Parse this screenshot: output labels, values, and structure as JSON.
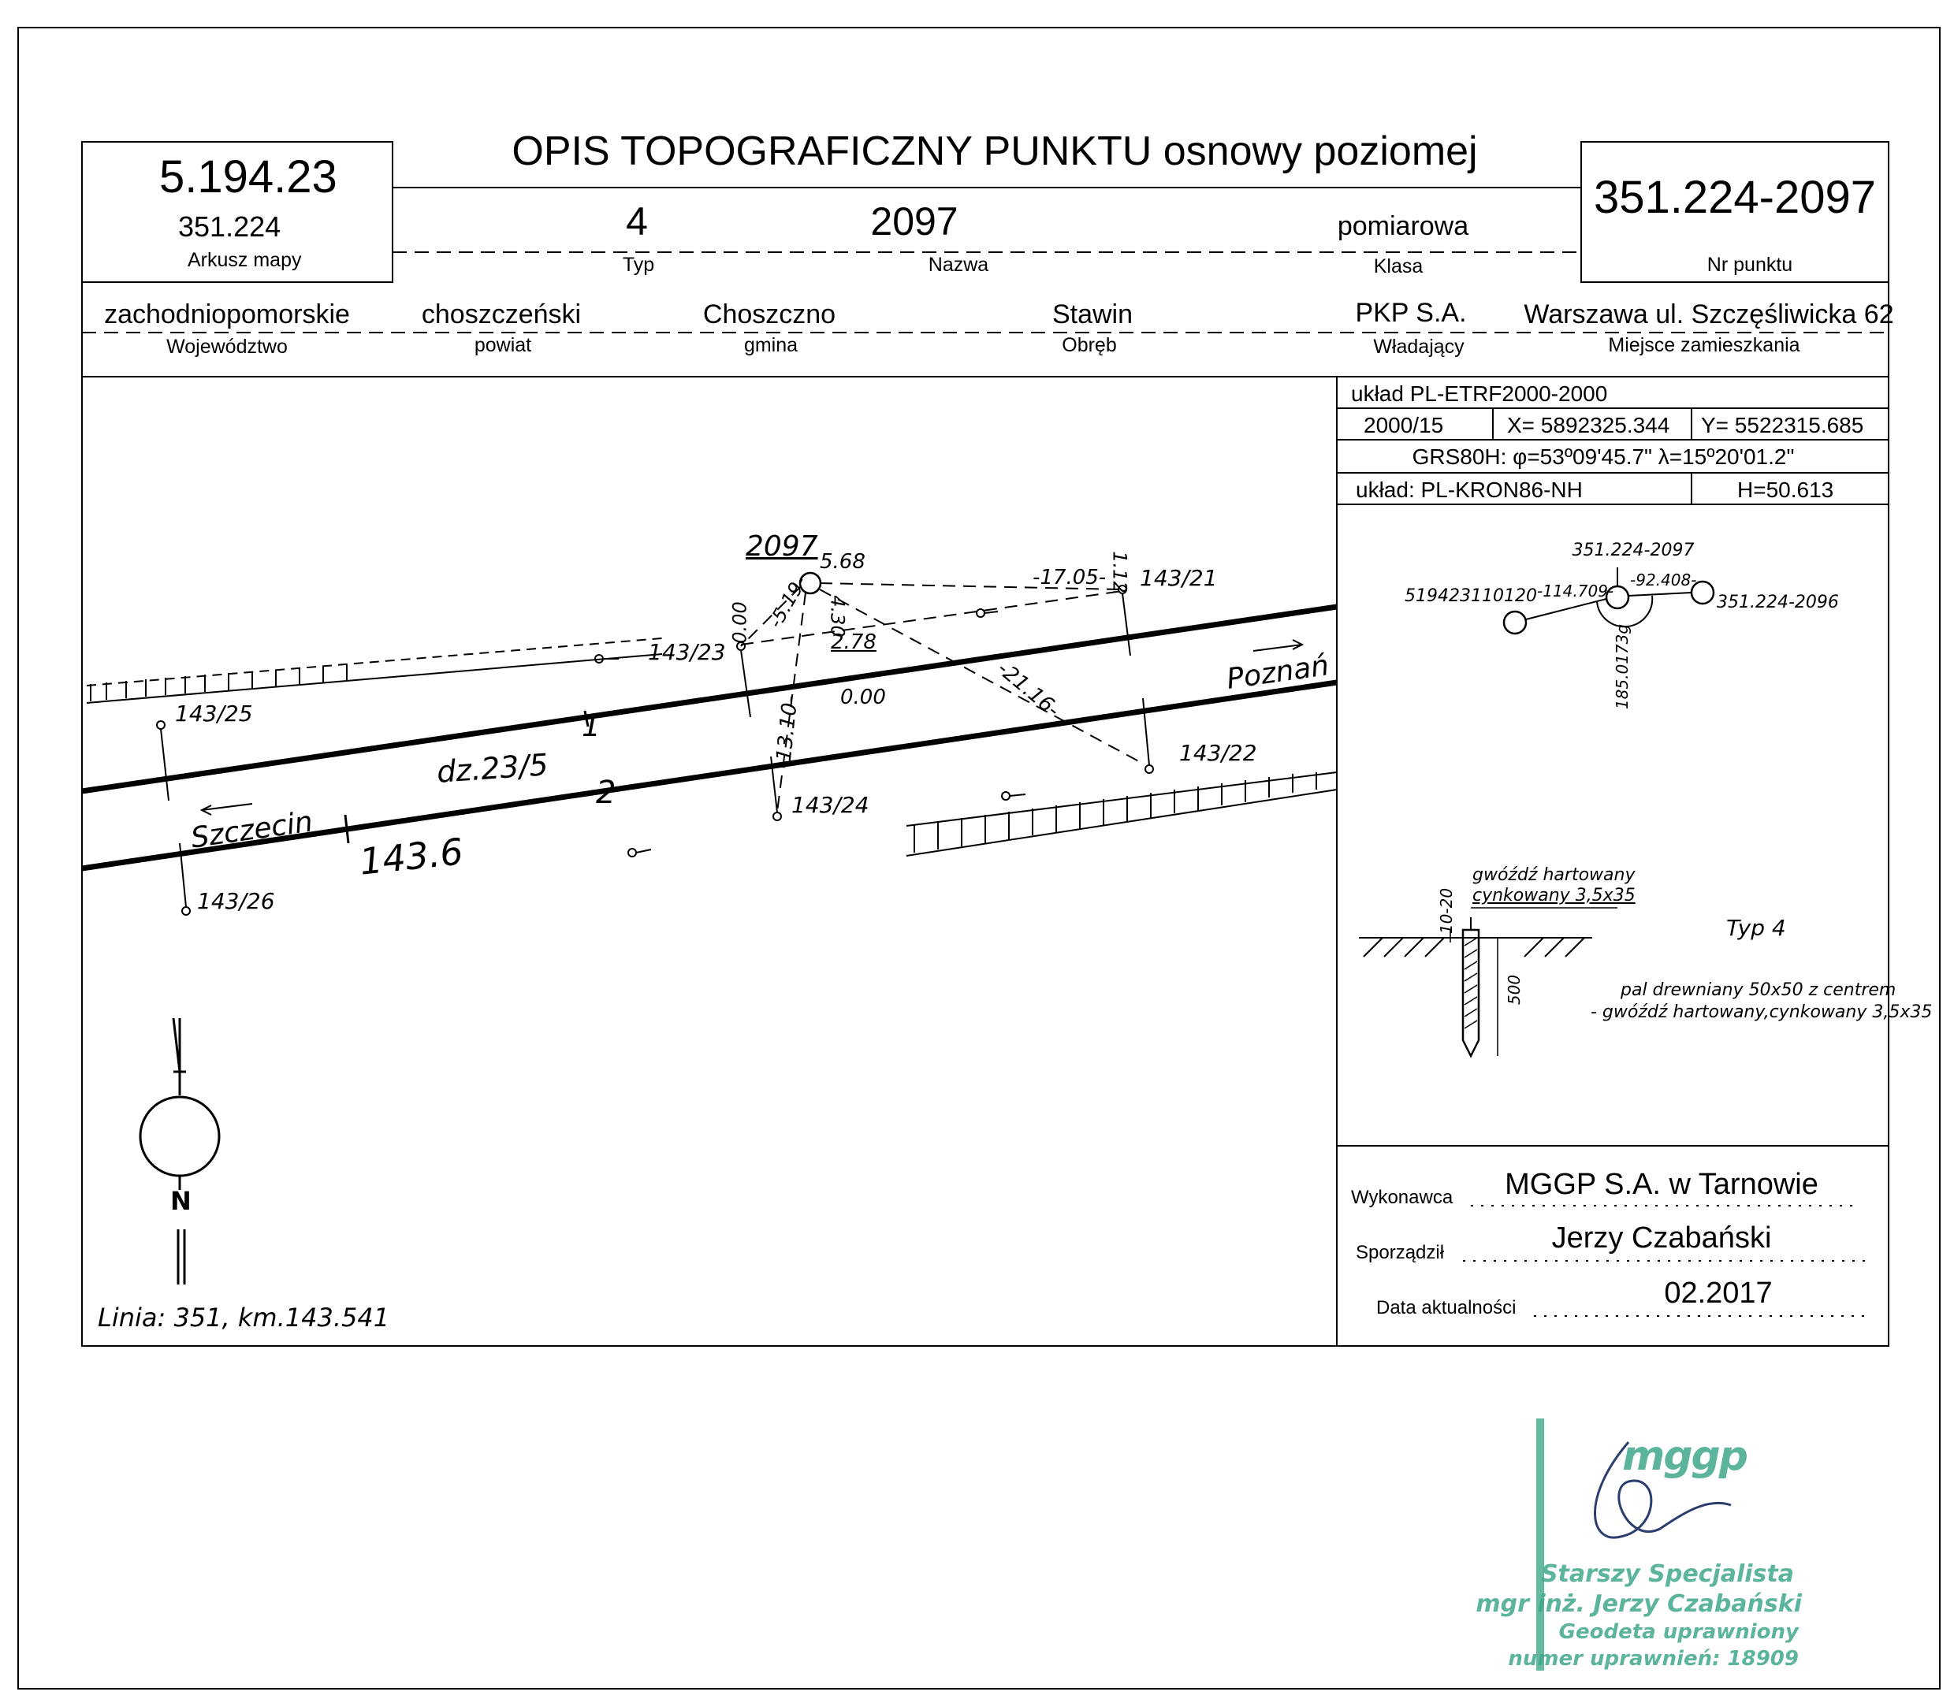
{
  "header": {
    "title": "OPIS TOPOGRAFICZNY PUNKTU osnowy poziomej",
    "sheet_code": "5.194.23",
    "sheet_sub": "351.224",
    "sheet_label": "Arkusz mapy",
    "point_number": "351.224-2097",
    "point_number_label": "Nr punktu",
    "typ": "4",
    "typ_label": "Typ",
    "nazwa": "2097",
    "nazwa_label": "Nazwa",
    "klasa": "pomiarowa",
    "klasa_label": "Klasa"
  },
  "location": {
    "wojewodztwo": "zachodniopomorskie",
    "wojewodztwo_label": "Województwo",
    "powiat": "choszczeński",
    "powiat_label": "powiat",
    "gmina": "Choszczno",
    "gmina_label": "gmina",
    "obreb": "Stawin",
    "obreb_label": "Obręb",
    "wladajacy": "PKP S.A.",
    "wladajacy_label": "Władający",
    "miejsce": "Warszawa ul. Szczęśliwicka 62",
    "miejsce_label": "Miejsce zamieszkania"
  },
  "coords": {
    "uklad": "układ PL-ETRF2000-2000",
    "zone": "2000/15",
    "x": "X= 5892325.344",
    "y": "Y= 5522315.685",
    "grs": "GRS80H: φ=53º09'45.7\" λ=15º20'01.2\"",
    "uklad_h": "układ: PL-KRON86-NH",
    "h": "H=50.613"
  },
  "sketch": {
    "point": "2097",
    "d_568": "5.68",
    "d_519": "-5.19-",
    "d_000a": "0.00",
    "d_430": "4.30",
    "d_278": "2.78",
    "d_000b": "0.00",
    "d_1705": "-17.05-",
    "d_112": "1.12",
    "d_2116": "-21.16-",
    "d_1310": "-13.10-",
    "p_143_21": "143/21",
    "p_143_23": "143/23",
    "p_143_25": "143/25",
    "p_143_22": "143/22",
    "p_143_24": "143/24",
    "p_143_26": "143/26",
    "track1": "1",
    "track2": "2",
    "parcel": "dz.23/5",
    "km": "143.6",
    "poznan": "Poznań",
    "szczecin": "Szczecin",
    "north": "N",
    "linia": "Linia: 351, km.143.541"
  },
  "network": {
    "top": "351.224-2097",
    "left": "519423110120",
    "right": "351.224-2096",
    "d_left": "-114.709-",
    "d_right": "-92.408-",
    "angle": "185.0173g"
  },
  "type_diagram": {
    "nail": "gwóźdź hartowany",
    "nail2": "cynkowany 3,5x35",
    "dim1": "10-20",
    "dim2": "500",
    "typ": "Typ 4",
    "desc1": "pal drewniany 50x50 z centrem",
    "desc2": "- gwóźdź hartowany,cynkowany 3,5x35"
  },
  "footer": {
    "wykonawca_label": "Wykonawca",
    "wykonawca": "MGGP S.A.  w Tarnowie",
    "sporzadzil_label": "Sporządził",
    "sporzadzil": "Jerzy Czabański",
    "data_label": "Data aktualności",
    "data": "02.2017"
  },
  "stamp": {
    "logo": "mggp",
    "line1": "Starszy Specjalista",
    "line2": "mgr inż. Jerzy Czabański",
    "line3": "Geodeta uprawniony",
    "line4": "numer uprawnień: 18909",
    "color": "#3fa88a"
  }
}
